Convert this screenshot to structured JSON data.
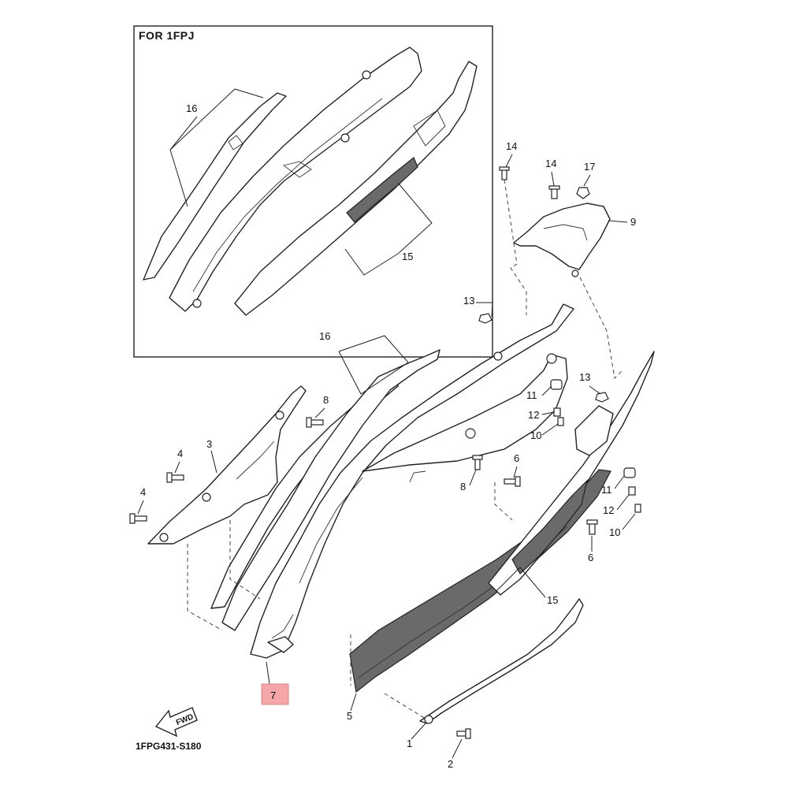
{
  "inset": {
    "title": "FOR 1FPJ"
  },
  "figure_code": "1FPG431-S180",
  "fwd_label": "FWD",
  "highlight_color": "#f4a6a8",
  "callouts": {
    "c16a": "16",
    "c15a": "15",
    "c14a": "14",
    "c14b": "14",
    "c17": "17",
    "c9": "9",
    "c13a": "13",
    "c16b": "16",
    "c13b": "13",
    "c11a": "11",
    "c12a": "12",
    "c10a": "10",
    "c8a": "8",
    "c3": "3",
    "c4a": "4",
    "c4b": "4",
    "c6a": "6",
    "c8b": "8",
    "c11b": "11",
    "c12b": "12",
    "c10b": "10",
    "c6b": "6",
    "c15b": "15",
    "c7": "7",
    "c5": "5",
    "c1": "1",
    "c2": "2"
  }
}
